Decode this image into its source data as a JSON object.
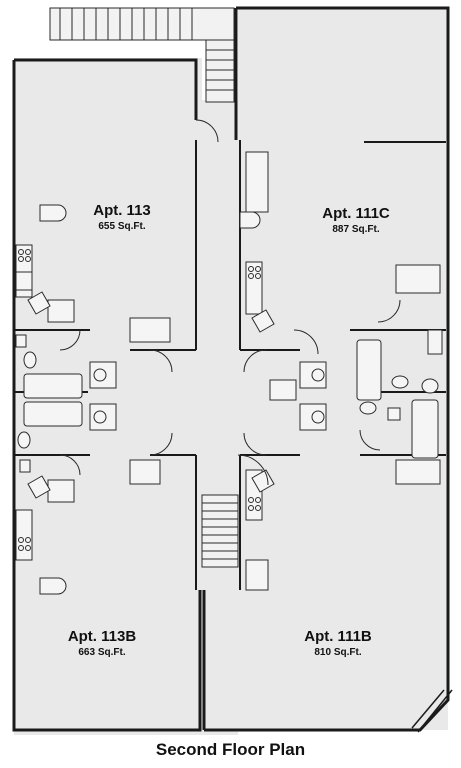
{
  "plan_title": "Second Floor Plan",
  "apartments": [
    {
      "name": "Apt. 113",
      "area": "655 Sq.Ft."
    },
    {
      "name": "Apt. 111C",
      "area": "887 Sq.Ft."
    },
    {
      "name": "Apt. 113B",
      "area": "663 Sq.Ft."
    },
    {
      "name": "Apt. 111B",
      "area": "810 Sq.Ft."
    }
  ],
  "colors": {
    "wall": "#1a1a1a",
    "floor": "#e9e9e9",
    "line": "#2a2a2a"
  }
}
